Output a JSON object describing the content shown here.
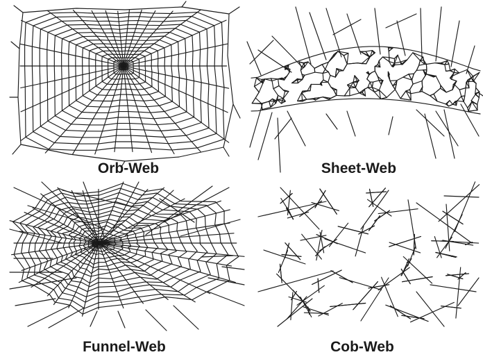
{
  "panels": [
    {
      "key": "orb",
      "label": "Orb-Web"
    },
    {
      "key": "sheet",
      "label": "Sheet-Web"
    },
    {
      "key": "funnel",
      "label": "Funnel-Web"
    },
    {
      "key": "cob",
      "label": "Cob-Web"
    }
  ],
  "colors": {
    "line": "#1a1a1a",
    "background": "#ffffff"
  }
}
